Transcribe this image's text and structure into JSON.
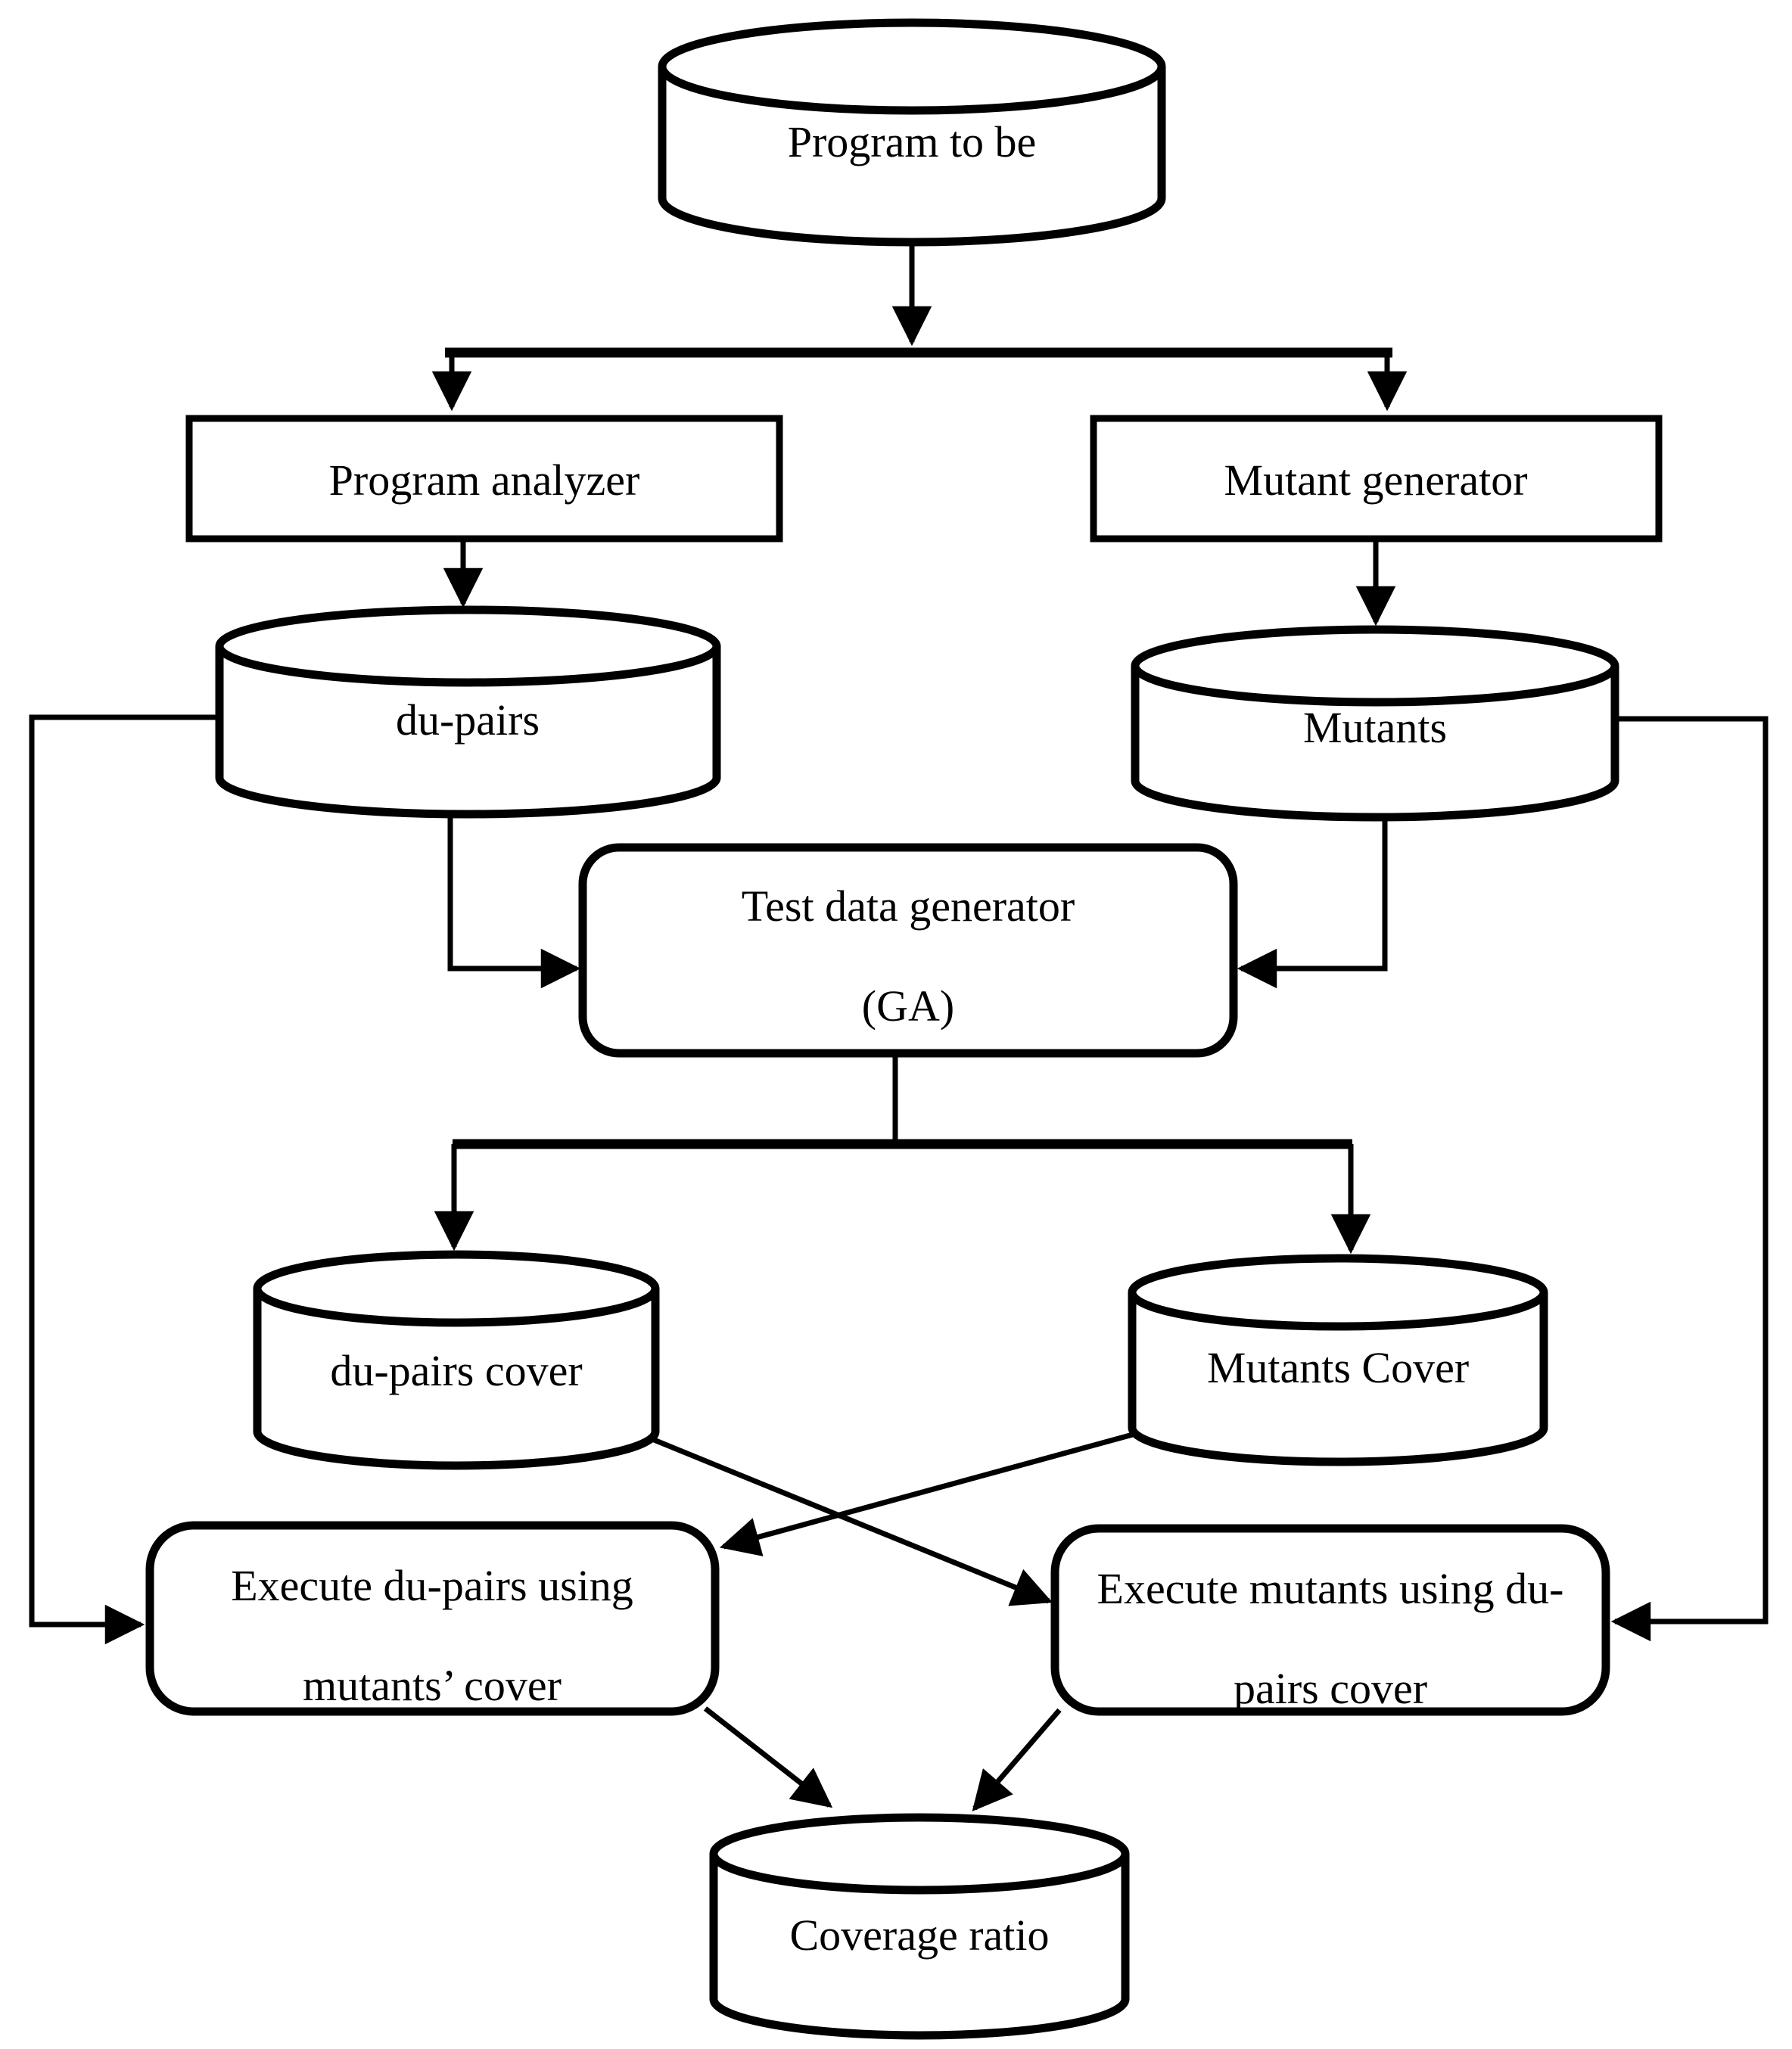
{
  "figure": {
    "background": "#ffffff",
    "stroke_color": "#000000",
    "text_color": "#000000",
    "type": "flowchart"
  },
  "nodes": {
    "program_to_be": {
      "label": "Program to be",
      "shape": "cylinder"
    },
    "program_analyzer": {
      "label": "Program analyzer",
      "shape": "process"
    },
    "mutant_generator": {
      "label": "Mutant generator",
      "shape": "process"
    },
    "du_pairs": {
      "label": "du-pairs",
      "shape": "cylinder"
    },
    "mutants": {
      "label": "Mutants",
      "shape": "cylinder"
    },
    "test_data_generator": {
      "line1": "Test data generator",
      "line2": "(GA)",
      "shape": "rounded-process"
    },
    "du_pairs_cover": {
      "label": "du-pairs cover",
      "shape": "cylinder"
    },
    "mutants_cover": {
      "label": "Mutants Cover",
      "shape": "cylinder"
    },
    "execute_du_pairs": {
      "line1": "Execute du-pairs using",
      "line2": "mutants’ cover",
      "shape": "rounded-process"
    },
    "execute_mutants": {
      "line1": "Execute mutants using du-",
      "line2": "pairs cover",
      "shape": "rounded-process"
    },
    "coverage_ratio": {
      "label": "Coverage ratio",
      "shape": "cylinder"
    }
  },
  "edges": [
    {
      "from": "Program to be",
      "to": "Program analyzer"
    },
    {
      "from": "Program to be",
      "to": "Mutant generator"
    },
    {
      "from": "Program analyzer",
      "to": "du-pairs"
    },
    {
      "from": "Mutant generator",
      "to": "Mutants"
    },
    {
      "from": "du-pairs",
      "to": "Test data generator (GA)"
    },
    {
      "from": "Mutants",
      "to": "Test data generator (GA)"
    },
    {
      "from": "Test data generator (GA)",
      "to": "du-pairs cover"
    },
    {
      "from": "Test data generator (GA)",
      "to": "Mutants Cover"
    },
    {
      "from": "du-pairs cover",
      "to": "Execute mutants using du-pairs cover"
    },
    {
      "from": "Mutants Cover",
      "to": "Execute du-pairs using mutants’ cover"
    },
    {
      "from": "du-pairs",
      "to": "Execute du-pairs using mutants’ cover"
    },
    {
      "from": "Mutants",
      "to": "Execute mutants using du-pairs cover"
    },
    {
      "from": "Execute du-pairs using mutants’ cover",
      "to": "Coverage ratio"
    },
    {
      "from": "Execute mutants using du-pairs cover",
      "to": "Coverage ratio"
    }
  ]
}
